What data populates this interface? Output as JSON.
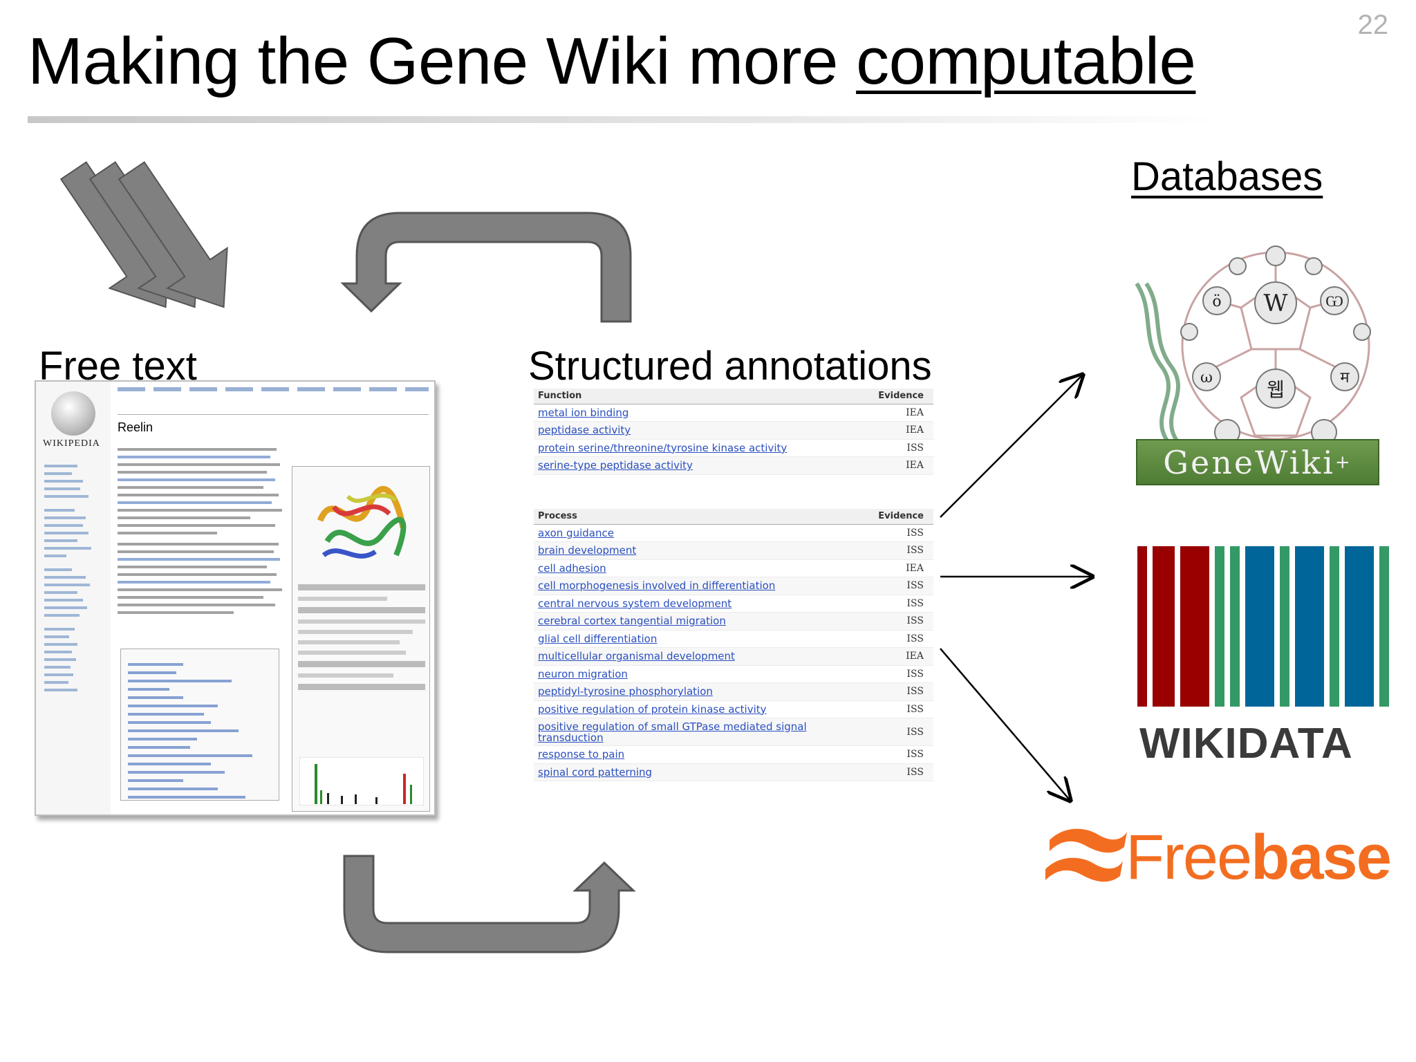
{
  "slide": {
    "number": "22",
    "title_prefix": "Making the Gene Wiki more ",
    "title_emph": "computable"
  },
  "labels": {
    "free_text": "Free text",
    "structured": "Structured annotations",
    "databases": "Databases"
  },
  "wikipedia": {
    "wordmark": "WIKIPEDIA",
    "article_title": "Reelin"
  },
  "function_table": {
    "header_term": "Function",
    "header_evidence": "Evidence",
    "rows": [
      {
        "term": "metal ion binding",
        "evidence": "IEA"
      },
      {
        "term": "peptidase activity",
        "evidence": "IEA"
      },
      {
        "term": "protein serine/threonine/tyrosine kinase activity",
        "evidence": "ISS"
      },
      {
        "term": "serine-type peptidase activity",
        "evidence": "IEA"
      }
    ]
  },
  "process_table": {
    "header_term": "Process",
    "header_evidence": "Evidence",
    "rows": [
      {
        "term": "axon guidance",
        "evidence": "ISS"
      },
      {
        "term": "brain development",
        "evidence": "ISS"
      },
      {
        "term": "cell adhesion",
        "evidence": "IEA"
      },
      {
        "term": "cell morphogenesis involved in differentiation",
        "evidence": "ISS"
      },
      {
        "term": "central nervous system development",
        "evidence": "ISS"
      },
      {
        "term": "cerebral cortex tangential migration",
        "evidence": "ISS"
      },
      {
        "term": "glial cell differentiation",
        "evidence": "ISS"
      },
      {
        "term": "multicellular organismal development",
        "evidence": "IEA"
      },
      {
        "term": "neuron migration",
        "evidence": "ISS"
      },
      {
        "term": "peptidyl-tyrosine phosphorylation",
        "evidence": "ISS"
      },
      {
        "term": "positive regulation of protein kinase activity",
        "evidence": "ISS"
      },
      {
        "term": "positive regulation of small GTPase mediated signal transduction",
        "evidence": "ISS"
      },
      {
        "term": "response to pain",
        "evidence": "ISS"
      },
      {
        "term": "spinal cord patterning",
        "evidence": "ISS"
      }
    ]
  },
  "logos": {
    "genewiki": "GeneWiki",
    "genewiki_sup": "+",
    "genewiki_glyphs": [
      "W",
      "웹",
      "ö",
      "ω",
      "Ѡ",
      "म"
    ],
    "wikidata": "WIKIDATA",
    "freebase_light": "Free",
    "freebase_bold": "base"
  },
  "colors": {
    "arrow_fill": "#808080",
    "arrow_stroke": "#555555",
    "link_blue": "#2a4fbf",
    "genewiki_green": "#5a8a3e",
    "wikidata_red": "#990000",
    "wikidata_green": "#339966",
    "wikidata_blue": "#006699",
    "freebase_orange": "#f36d21"
  },
  "icons": [
    "triple-down-arrow-icon",
    "cycle-arrow-top-icon",
    "cycle-arrow-bottom-icon",
    "wikipedia-globe-icon",
    "protein-structure-icon",
    "genewiki-buckyball-icon",
    "wikidata-barcode-icon",
    "freebase-logo-icon"
  ]
}
